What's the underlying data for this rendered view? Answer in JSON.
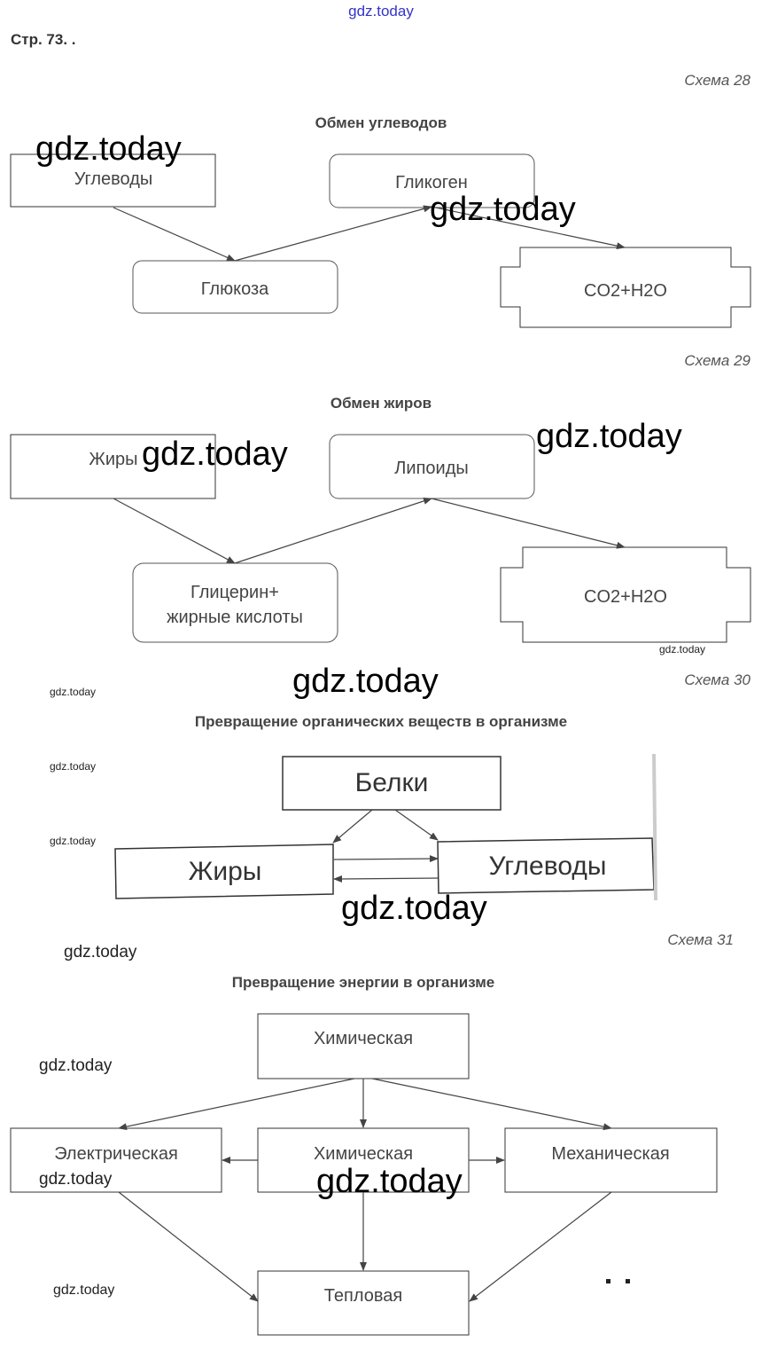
{
  "watermark": "gdz.today",
  "page_ref": "Стр. 73. .",
  "schemas": [
    {
      "label": "Схема 28",
      "title": "Обмен углеводов",
      "nodes": {
        "a": "Углеводы",
        "b": "Гликоген",
        "c": "Глюкоза",
        "d": "CO2+H2O"
      }
    },
    {
      "label": "Схема 29",
      "title": "Обмен жиров",
      "nodes": {
        "a": "Жиры",
        "b": "Липоиды",
        "c1": "Глицерин+",
        "c2": "жирные кислоты",
        "d": "CO2+H2O"
      }
    },
    {
      "label": "Схема 30",
      "title": "Превращение органических веществ в организме",
      "nodes": {
        "top": "Белки",
        "left": "Жиры",
        "right": "Углеводы"
      }
    },
    {
      "label": "Схема 31",
      "title": "Превращение энергии в организме",
      "nodes": {
        "top": "Химическая",
        "left": "Электрическая",
        "mid": "Химическая",
        "right": "Механическая",
        "bottom": "Тепловая"
      }
    }
  ]
}
